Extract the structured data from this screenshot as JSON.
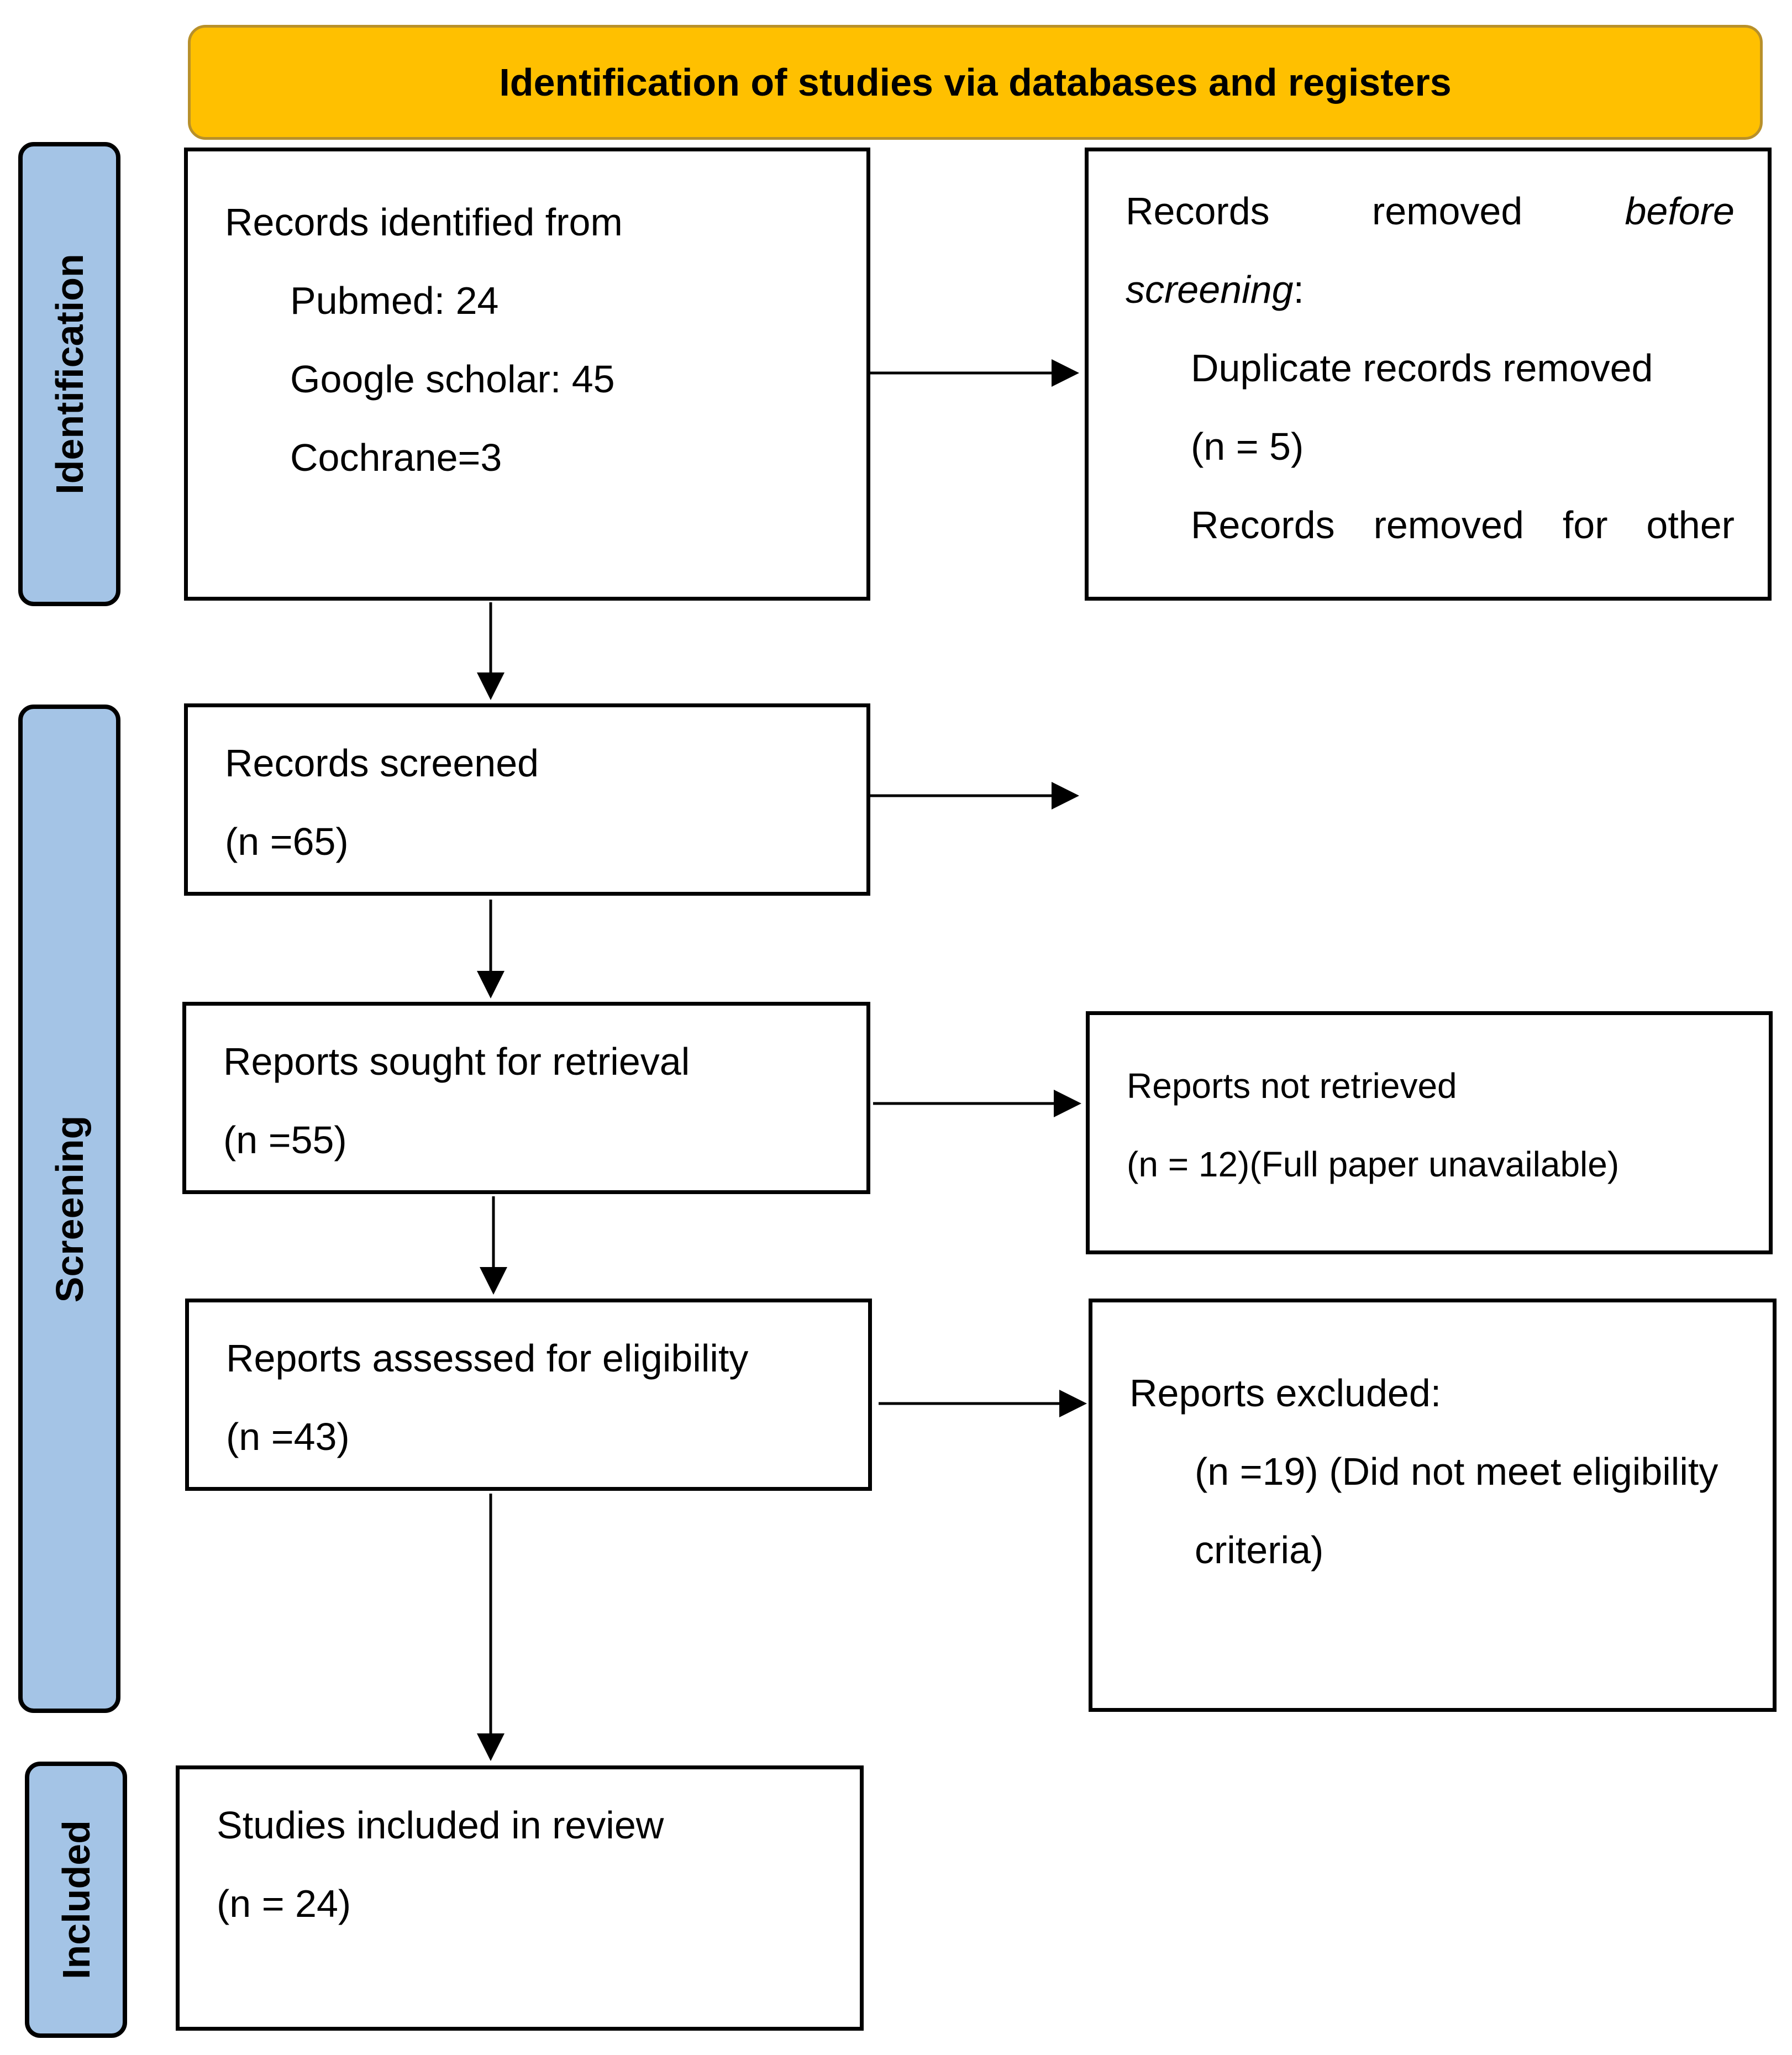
{
  "header": {
    "title": "Identification of studies via databases and registers"
  },
  "phases": {
    "identification": "Identification",
    "screening": "Screening",
    "included": "Included"
  },
  "records_identified": {
    "title": "Records identified from",
    "pubmed": "Pubmed: 24",
    "google": "Google scholar: 45",
    "cochrane": "Cochrane=3"
  },
  "records_removed": {
    "w1": "Records",
    "w2": "removed",
    "w3": "before",
    "w4": "screening",
    "colon": ":",
    "duplicate": "Duplicate records removed",
    "duplicate_n": "(n = 5)",
    "o1": "Records",
    "o2": "removed",
    "o3": "for",
    "o4": "other"
  },
  "records_screened": {
    "title": "Records screened",
    "n": "(n =65)"
  },
  "reports_sought": {
    "title": "Reports sought for retrieval",
    "n": "(n =55)"
  },
  "reports_not_retrieved": {
    "title": "Reports not retrieved",
    "n": "(n = 12)(Full paper unavailable)"
  },
  "reports_assessed": {
    "title": "Reports assessed for eligibility",
    "n": "(n =43)"
  },
  "reports_excluded": {
    "title": "Reports excluded:",
    "line1": "(n =19) (Did not meet eligibility",
    "line2": "criteria)"
  },
  "studies_included": {
    "title": "Studies included in review",
    "n": "(n = 24)"
  }
}
